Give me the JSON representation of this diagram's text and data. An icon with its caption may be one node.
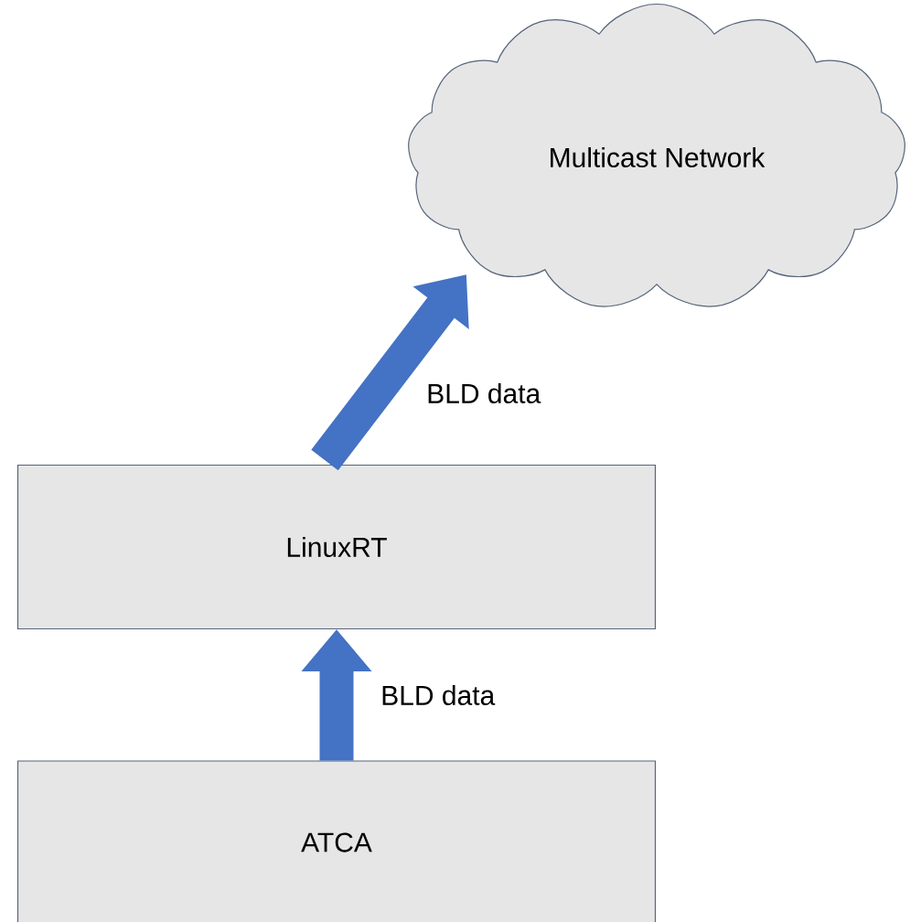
{
  "diagram": {
    "nodes": [
      {
        "text": [
          "Multicast Network"
        ]
      },
      {
        "text": [
          "LinuxRT"
        ]
      },
      {
        "text": [
          "ATCA"
        ]
      }
    ],
    "edges": [
      {
        "from": 2,
        "to": 1,
        "arrow": "to",
        "label": "BLD data"
      },
      {
        "from": 1,
        "to": 0,
        "arrow": "to",
        "label": "BLD data"
      }
    ]
  }
}
